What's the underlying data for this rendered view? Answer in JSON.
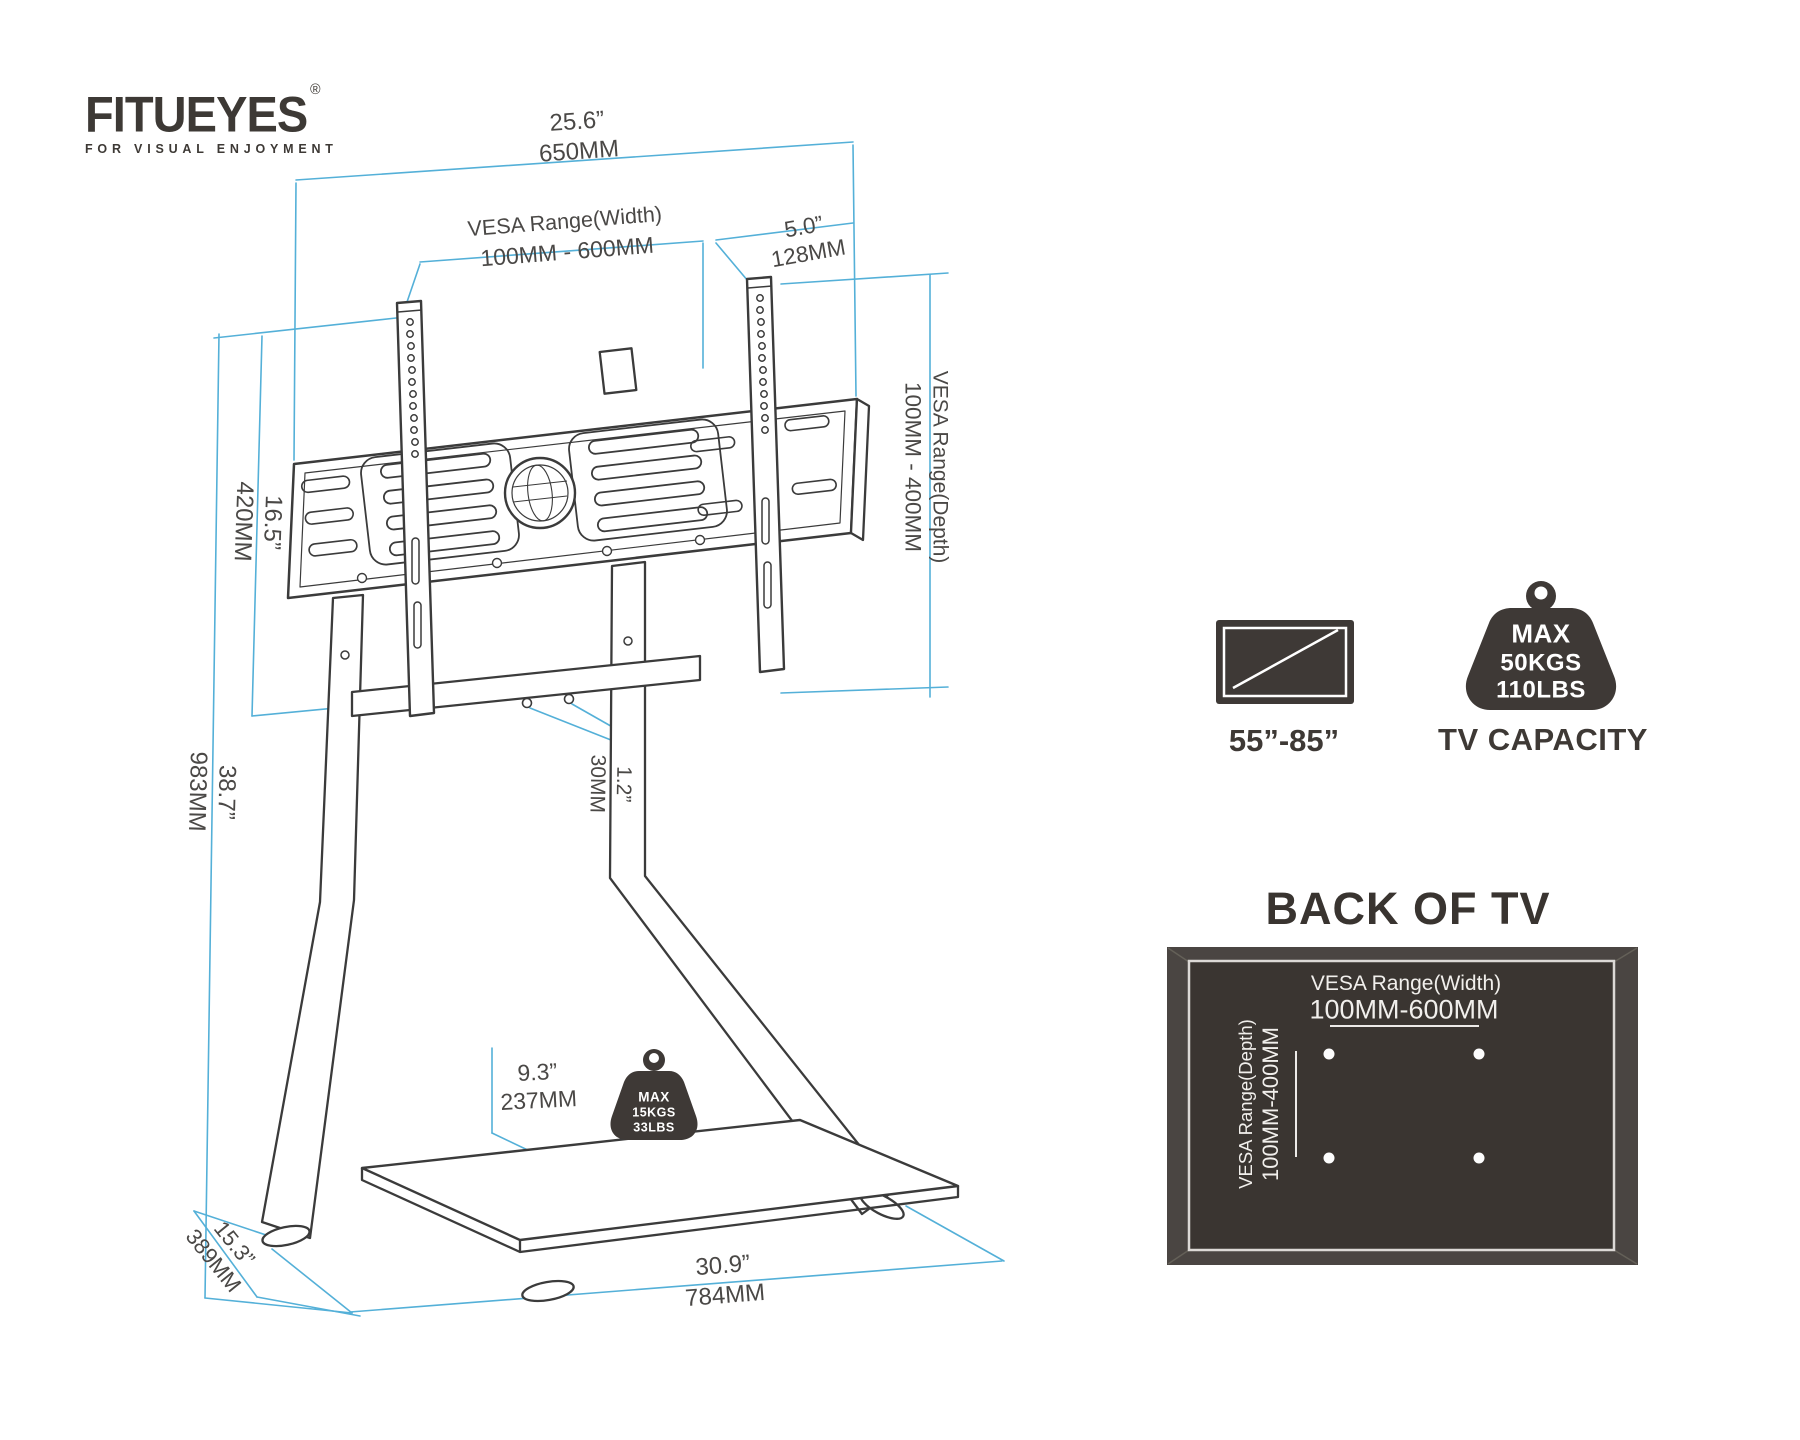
{
  "brand": {
    "name": "FITUEYES",
    "registered": "®",
    "tagline": "FOR VISUAL ENJOYMENT"
  },
  "palette": {
    "dimension_blue": "#54b0d8",
    "ink": "#3b3b3b",
    "label_gray": "#4a4846",
    "icon_dark": "#3e3936",
    "panel_bg": "#3a3531",
    "panel_frame": "#4a4542"
  },
  "diagram": {
    "dims": {
      "width_top": {
        "inch": "25.6”",
        "mm": "650MM"
      },
      "vesa_width": {
        "label": "VESA Range(Width)",
        "range": "100MM - 600MM"
      },
      "bracket_offset": {
        "inch": "5.0”",
        "mm": "128MM"
      },
      "vesa_depth": {
        "label": "VESA Range(Depth)",
        "range": "100MM - 400MM"
      },
      "bracket_height": {
        "inch": "16.5”",
        "mm": "420MM"
      },
      "stand_height": {
        "inch": "38.7”",
        "mm": "983MM"
      },
      "hole_offset": {
        "inch": "1.2”",
        "mm": "30MM"
      },
      "shelf_depth": {
        "inch": "9.3”",
        "mm": "237MM"
      },
      "base_depth": {
        "inch": "15.3”",
        "mm": "389MM"
      },
      "base_width": {
        "inch": "30.9”",
        "mm": "784MM"
      }
    },
    "shelf_capacity": {
      "max": "MAX",
      "kgs": "15KGS",
      "lbs": "33LBS"
    }
  },
  "specs": {
    "screen_size_label": "55”-85”",
    "tv_capacity": {
      "max": "MAX",
      "kgs": "50KGS",
      "lbs": "110LBS",
      "label": "TV CAPACITY"
    }
  },
  "back_of_tv": {
    "title": "BACK OF TV",
    "width_label": "VESA Range(Width)",
    "width_range": "100MM-600MM",
    "depth_label": "VESA Range(Depth)",
    "depth_range": "100MM-400MM"
  }
}
